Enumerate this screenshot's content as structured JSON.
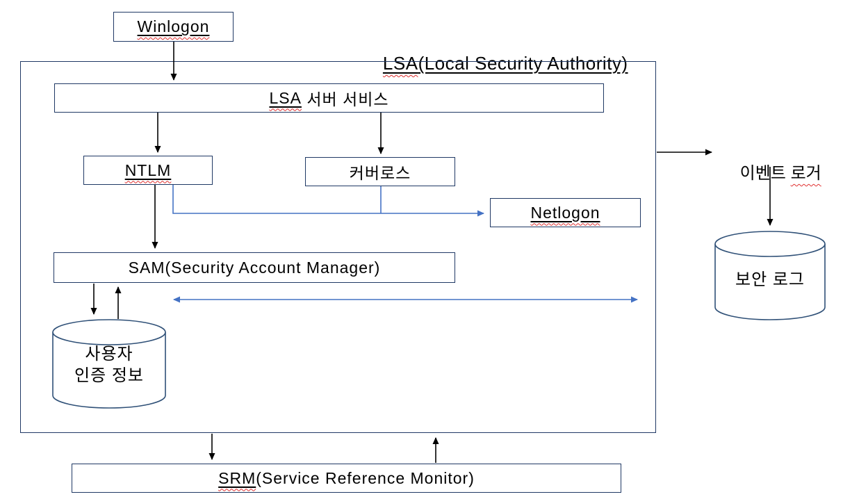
{
  "title": {
    "prefix": "LSA",
    "rest": "(Local Security Authority)"
  },
  "nodes": {
    "winlogon": {
      "label": "Winlogon"
    },
    "lsa_service": {
      "prefix": "LSA",
      "rest": " 서버 서비스"
    },
    "ntlm": {
      "label": "NTLM"
    },
    "kerberos": {
      "label": "커버로스"
    },
    "netlogon": {
      "label": "Netlogon"
    },
    "sam": {
      "label": "SAM(Security Account Manager)"
    },
    "srm": {
      "prefix": "SRM",
      "rest": "(Service Reference Monitor)"
    },
    "user_auth_db": {
      "line1": "사용자",
      "line2": "인증 정보"
    },
    "event_logger": {
      "normal": "이벤트 ",
      "misspelled": "로거"
    },
    "security_log_db": {
      "label": "보안 로그"
    }
  },
  "colors": {
    "box_border": "#1f3864",
    "cylinder_border": "#2f5077",
    "black_arrow": "#000000",
    "blue_arrow": "#4472c4",
    "squiggle": "#e03030",
    "text": "#000000",
    "background": "#ffffff"
  }
}
